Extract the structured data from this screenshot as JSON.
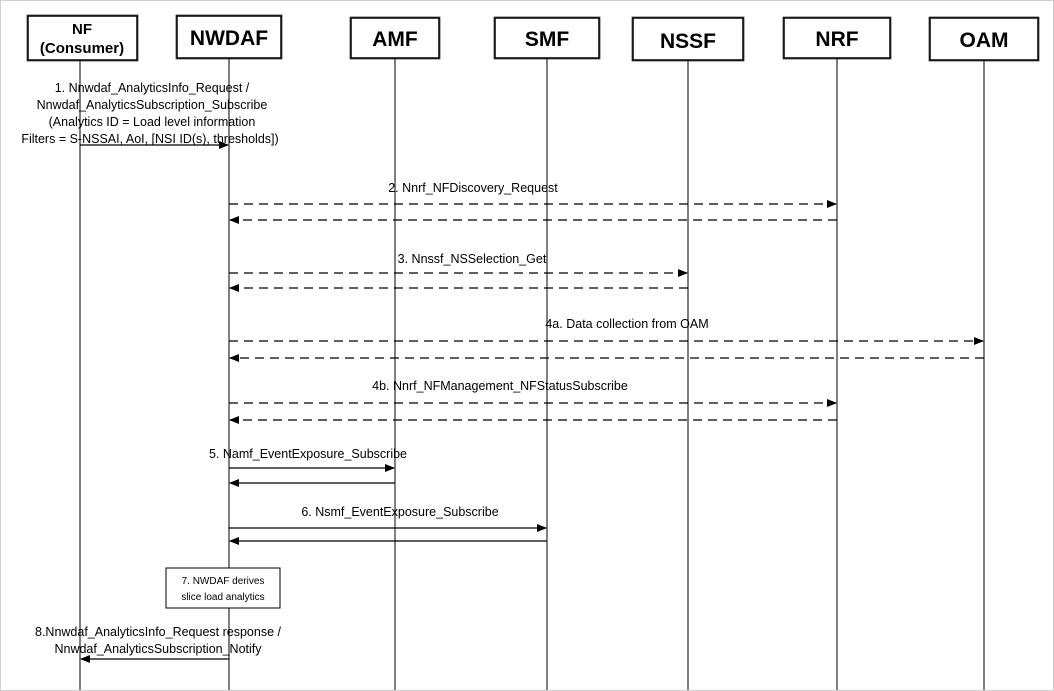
{
  "participants": [
    {
      "id": "nf",
      "label_line1": "NF",
      "label_line2": "(Consumer)"
    },
    {
      "id": "nwdaf",
      "label": "NWDAF"
    },
    {
      "id": "amf",
      "label": "AMF"
    },
    {
      "id": "smf",
      "label": "SMF"
    },
    {
      "id": "nssf",
      "label": "NSSF"
    },
    {
      "id": "nrf",
      "label": "NRF"
    },
    {
      "id": "oam",
      "label": "OAM"
    }
  ],
  "messages": {
    "m1": {
      "line1": "1. Nnwdaf_AnalyticsInfo_Request /",
      "line2": "Nnwdaf_AnalyticsSubscription_Subscribe",
      "line3": "(Analytics ID = Load level information",
      "line4": "Filters = S-NSSAI, AoI, [NSI ID(s), thresholds])"
    },
    "m2": "2. Nnrf_NFDiscovery_Request",
    "m3": "3. Nnssf_NSSelection_Get",
    "m4a": "4a. Data collection from OAM",
    "m4b": "4b. Nnrf_NFManagement_NFStatusSubscribe",
    "m5": "5. Namf_EventExposure_Subscribe",
    "m6": "6. Nsmf_EventExposure_Subscribe",
    "m8": {
      "line1": "8.Nnwdaf_AnalyticsInfo_Request response /",
      "line2": "Nnwdaf_AnalyticsSubscription_Notify"
    }
  },
  "process_box": {
    "line1": "7. NWDAF derives",
    "line2": "slice load analytics"
  }
}
